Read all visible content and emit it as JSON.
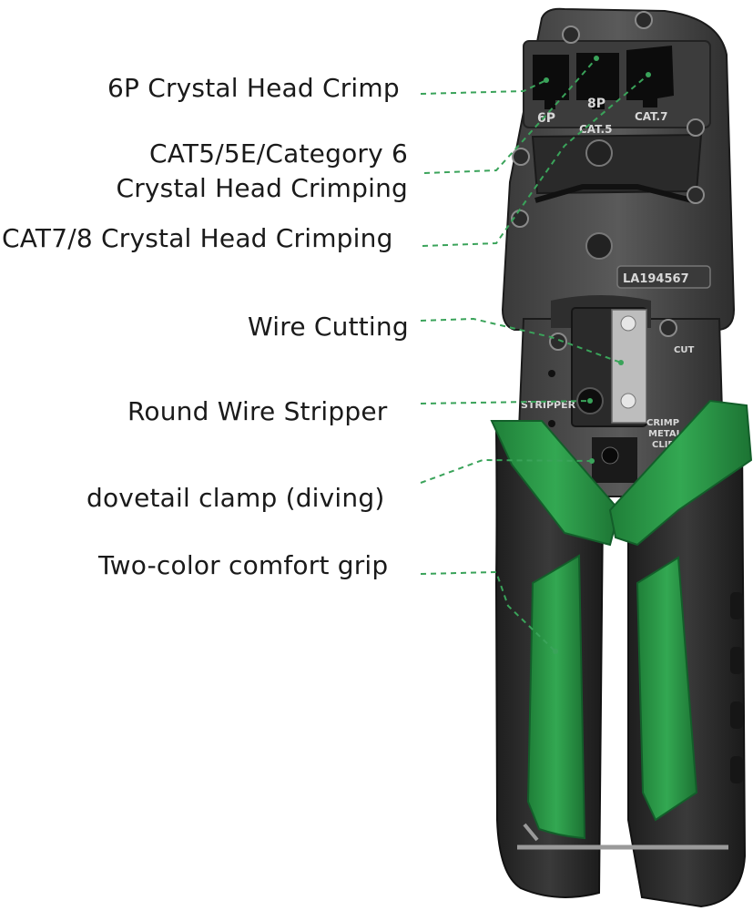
{
  "callouts": [
    {
      "id": "6p",
      "text": "6P Crystal Head Crimp"
    },
    {
      "id": "cat5",
      "line1": "CAT5/5E/Category 6",
      "line2": "Crystal Head Crimping"
    },
    {
      "id": "cat7",
      "text": "CAT7/8 Crystal Head Crimping"
    },
    {
      "id": "cut",
      "text": "Wire Cutting"
    },
    {
      "id": "strip",
      "text": "Round Wire Stripper"
    },
    {
      "id": "dove",
      "text": "dovetail clamp (diving)"
    },
    {
      "id": "grip",
      "text": "Two-color comfort grip"
    }
  ],
  "tool_markings": {
    "port_6p": "6P",
    "port_8p": "8P",
    "cat5": "CAT.5",
    "cat7": "CAT.7",
    "model": "LA194567",
    "cut": "CUT",
    "stripper": "STRIPPER",
    "crimp_line1": "CRIMP",
    "crimp_line2": "METAL",
    "crimp_line3": "CLIP"
  },
  "colors": {
    "accent_green": "#2f9a4a",
    "grip_dark": "#2b2b2b",
    "metal": "#4a4a4a",
    "leader_line": "#3aa35a"
  }
}
